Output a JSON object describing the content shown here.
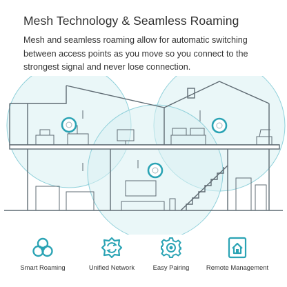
{
  "header": {
    "title": "Mesh Technology & Seamless Roaming",
    "description": "Mesh and seamless roaming allow for automatic switching between access points as you move so you connect to the strongest signal and never lose connection."
  },
  "colors": {
    "accent": "#2aa3b4",
    "coverage": "#d6eff2",
    "line": "#5f6b73"
  },
  "features": [
    {
      "label": "Smart Roaming",
      "icon": "smart-roaming-icon"
    },
    {
      "label": "Unified Network",
      "icon": "unified-network-icon"
    },
    {
      "label": "Easy Pairing",
      "icon": "easy-pairing-icon"
    },
    {
      "label": "Remote Management",
      "icon": "remote-management-icon"
    }
  ]
}
